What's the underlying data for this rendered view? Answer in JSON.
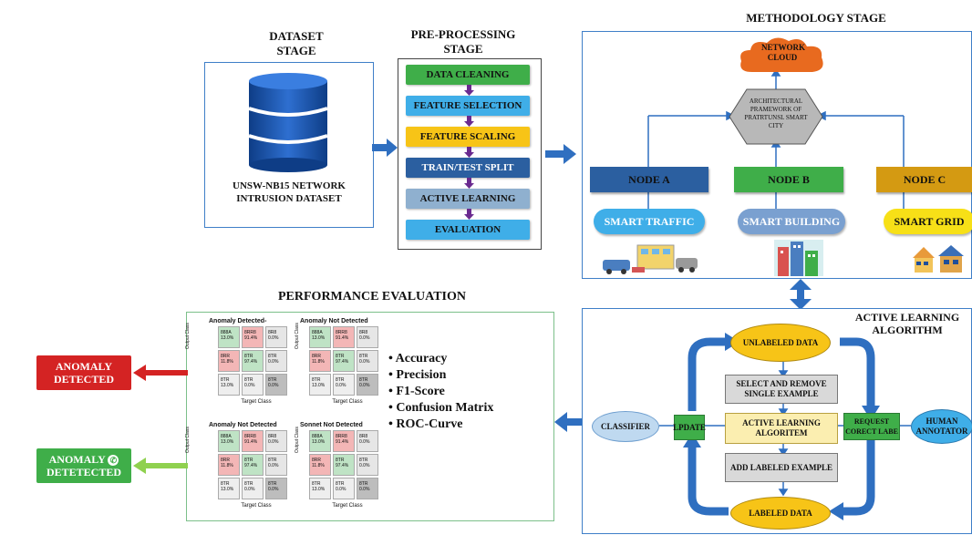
{
  "dataset": {
    "title": "DATASET STAGE",
    "label": "UNSW-NB15 NETWORK INTRUSION DATASET"
  },
  "preprocessing": {
    "title": "PRE-PROCESSING STAGE",
    "steps": [
      "DATA CLEANING",
      "FEATURE SELECTION",
      "FEATURE SCALING",
      "TRAIN/TEST SPLIT",
      "ACTIVE LEARNING",
      "EVALUATION"
    ]
  },
  "methodology": {
    "title": "METHODOLOGY STAGE",
    "cloud": "NETWORK CLOUD",
    "framework": "ARCHITECTURAL PRAMEWORK OF PRATRTUNSL SMART CITY",
    "nodes": [
      "NODE A",
      "NODE B",
      "NODE C"
    ],
    "services": [
      "SMART TRAFFIC",
      "SMART BUILDING",
      "SMART GRID"
    ]
  },
  "performance": {
    "title": "PERFORMANCE EVALUATION",
    "matrices": [
      {
        "title": "Anomaly Detected-",
        "xlabel": "Target Class",
        "ylabel": "Output Class"
      },
      {
        "title": "Anomaly Not Detected",
        "xlabel": "Target Class",
        "ylabel": "Output Class"
      },
      {
        "title": "Anomaly Not Detected",
        "xlabel": "Target Class",
        "ylabel": "Output Class"
      },
      {
        "title": "Sonnet Not Detected",
        "xlabel": "Target Class",
        "ylabel": "Output Class"
      }
    ],
    "metrics": [
      "Accuracy",
      "Precision",
      "F1-Score",
      "Confusion Matrix",
      "ROC-Curve"
    ]
  },
  "outputs": {
    "detected": "ANOMALY DETECTED",
    "detected2_line1": "ANOMALY",
    "detected2_line2": "DETETECTED"
  },
  "active_learning": {
    "title": "ACTIVE LEARNING ALGORITHM",
    "unlabeled": "UNLABELED DATA",
    "select": "SELECT AND REMOVE SINGLE EXAMPLE",
    "algorithm": "ACTIVE LEARNING ALGORITEM",
    "add": "ADD LABELED EXAMPLE",
    "labeled": "LABELED DATA",
    "classifier": "CLASSIFIER",
    "update": "LPDATE",
    "request": "REQUEST CORECT LABE",
    "annotator": "HUMAN ANNOTATOR"
  },
  "colors": {
    "panel_border": "#3f7fc8",
    "arrow_blue": "#2f6fc0",
    "green": "#3fae49",
    "sky": "#3faee8",
    "yellow": "#f7c417",
    "navy": "#2b5fa0",
    "red": "#d42323",
    "orange_cloud": "#e86a1f",
    "purple_arrow": "#6a2a8f"
  }
}
